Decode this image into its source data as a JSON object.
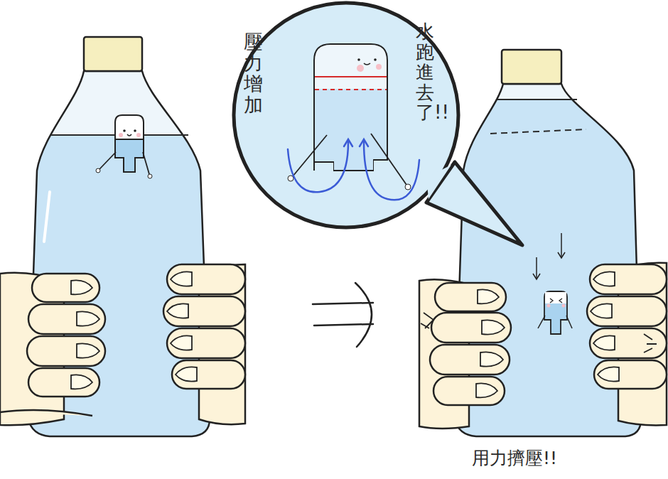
{
  "diagram": {
    "nodes": [
      {
        "text": [
          "壓力增加",
          "水跑進去了!!"
        ]
      }
    ],
    "labels": [
      "用力擠壓!!"
    ]
  }
}
